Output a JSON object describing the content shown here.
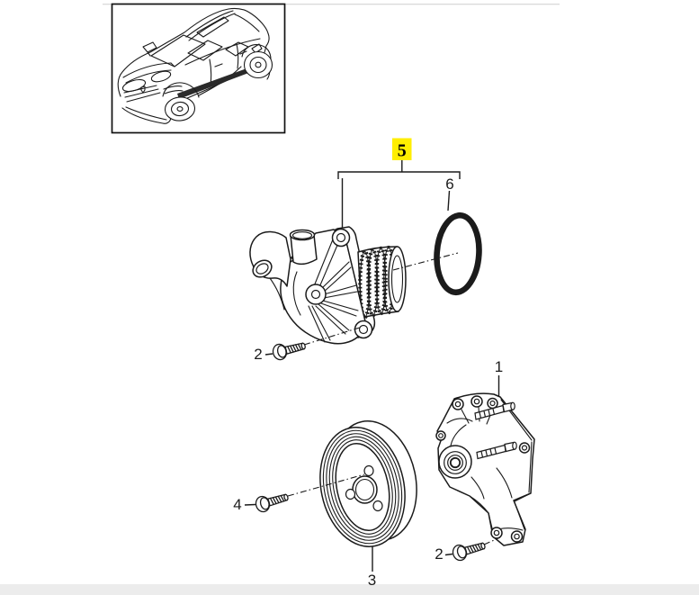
{
  "page": {
    "background_color": "#ffffff",
    "top_rule_color": "#d9d9d9",
    "bottom_bar_color": "#ececec",
    "line_color": "#1b1b1b"
  },
  "highlight": {
    "color": "#ffee00",
    "highlighted_callout": "5"
  },
  "callouts": [
    {
      "id": "1",
      "label": "1",
      "points_to": "water-pump"
    },
    {
      "id": "2a",
      "label": "2",
      "points_to": "thermostat-housing-screw"
    },
    {
      "id": "2b",
      "label": "2",
      "points_to": "water-pump-screw"
    },
    {
      "id": "3",
      "label": "3",
      "points_to": "pulley"
    },
    {
      "id": "4",
      "label": "4",
      "points_to": "pulley-screw"
    },
    {
      "id": "5",
      "label": "5",
      "points_to": "thermostat-housing-assembly",
      "highlighted": true
    },
    {
      "id": "6",
      "label": "6",
      "points_to": "o-ring"
    }
  ],
  "drawings": [
    "car-thumbnail",
    "thermostat-housing",
    "o-ring",
    "water-pump",
    "pulley",
    "screw"
  ]
}
